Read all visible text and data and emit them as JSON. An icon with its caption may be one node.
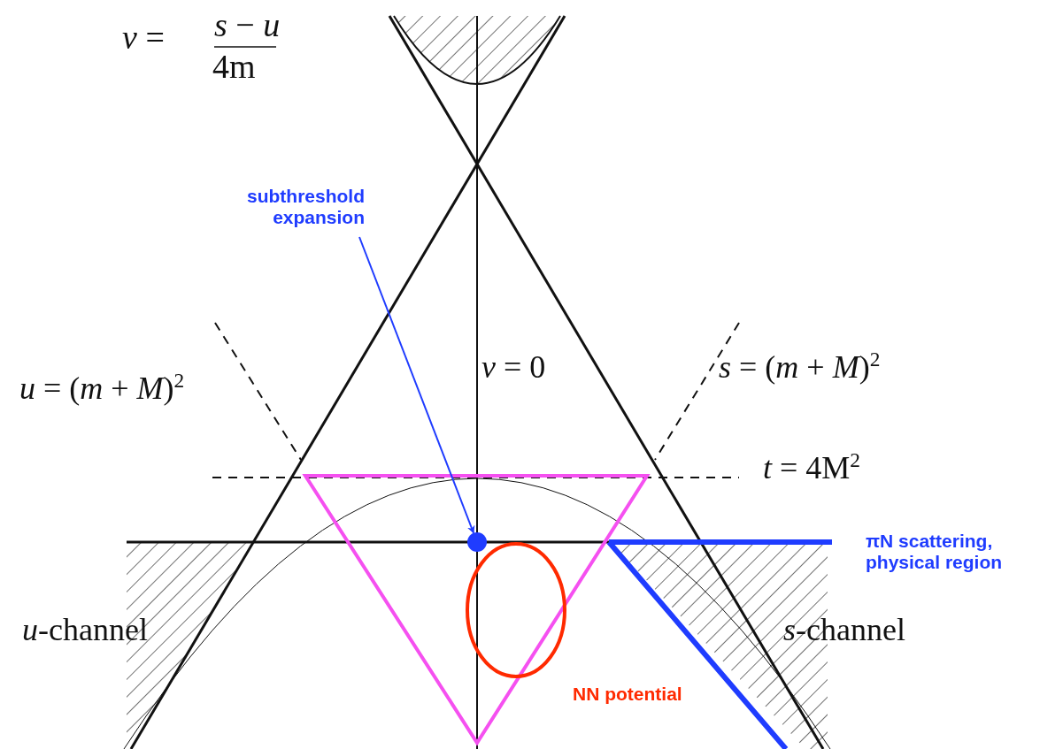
{
  "diagram": {
    "nodes": [
      {
        "text": [
          "subthreshold expansion"
        ]
      },
      {
        "text": [],
        "shape": "circle"
      }
    ],
    "edges": [
      {
        "from": 0,
        "to": 1,
        "arrow": "to",
        "color": "#1f3cff"
      }
    ],
    "labels": [
      "*ν* =",
      "*s* − *u*",
      "4m",
      "*ν* = 0",
      "*u* = (*m* + *M*)$^{2}$",
      "*s* = (*m* + *M*)$^{2}$",
      "*t* = 4M$^{2}$",
      "πN scattering, physical region",
      "*u*-channel",
      "*s*-channel",
      "NN potential"
    ]
  }
}
